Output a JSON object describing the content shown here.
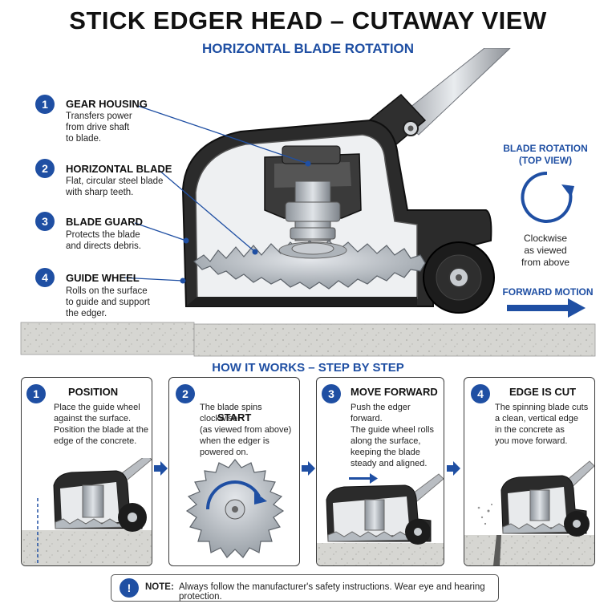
{
  "title": "STICK EDGER HEAD – CUTAWAY VIEW",
  "subtitle": "HORIZONTAL BLADE ROTATION",
  "parts": [
    {
      "num": "1",
      "title": "GEAR HOUSING",
      "desc": [
        "Transfers power",
        "from drive shaft",
        "to blade."
      ]
    },
    {
      "num": "2",
      "title": "HORIZONTAL BLADE",
      "desc": [
        "Flat, circular steel blade",
        "with sharp teeth."
      ]
    },
    {
      "num": "3",
      "title": "BLADE GUARD",
      "desc": [
        "Protects the blade",
        "and directs debris."
      ]
    },
    {
      "num": "4",
      "title": "GUIDE WHEEL",
      "desc": [
        "Rolls on the surface",
        "to guide and support",
        "the edger."
      ]
    }
  ],
  "rotation": {
    "title": [
      "BLADE ROTATION",
      "(TOP VIEW)"
    ],
    "desc": [
      "Clockwise",
      "as viewed",
      "from above"
    ]
  },
  "forward_motion": "FORWARD MOTION",
  "steps_title": "HOW IT WORKS – STEP BY STEP",
  "steps": [
    {
      "num": "1",
      "title": "POSITION",
      "text": [
        "Place the guide wheel",
        "against the surface.",
        "Position the blade at the",
        "edge of the concrete."
      ]
    },
    {
      "num": "2",
      "title": "START",
      "text": [
        "The blade spins clockwise",
        "(as viewed from above)",
        "when the edger is",
        "powered on."
      ]
    },
    {
      "num": "3",
      "title": "MOVE FORWARD",
      "text": [
        "Push the edger forward.",
        "The guide wheel rolls",
        "along the surface,",
        "keeping the blade",
        "steady and aligned."
      ]
    },
    {
      "num": "4",
      "title": "EDGE IS CUT",
      "text": [
        "The spinning blade cuts",
        "a clean, vertical edge",
        "in the concrete as",
        "you move forward."
      ]
    }
  ],
  "note": {
    "label": "NOTE:",
    "text": "Always follow the manufacturer's safety instructions. Wear eye and hearing protection."
  },
  "icons": [
    "numbered-badge-icon",
    "clockwise-arrow-icon",
    "right-arrow-icon",
    "exclamation-icon"
  ],
  "colors": {
    "accent": "#1f4fa3",
    "housing": "#2b2b2b",
    "blade": "#b9bfc6",
    "concrete": "#d4d4d0"
  }
}
